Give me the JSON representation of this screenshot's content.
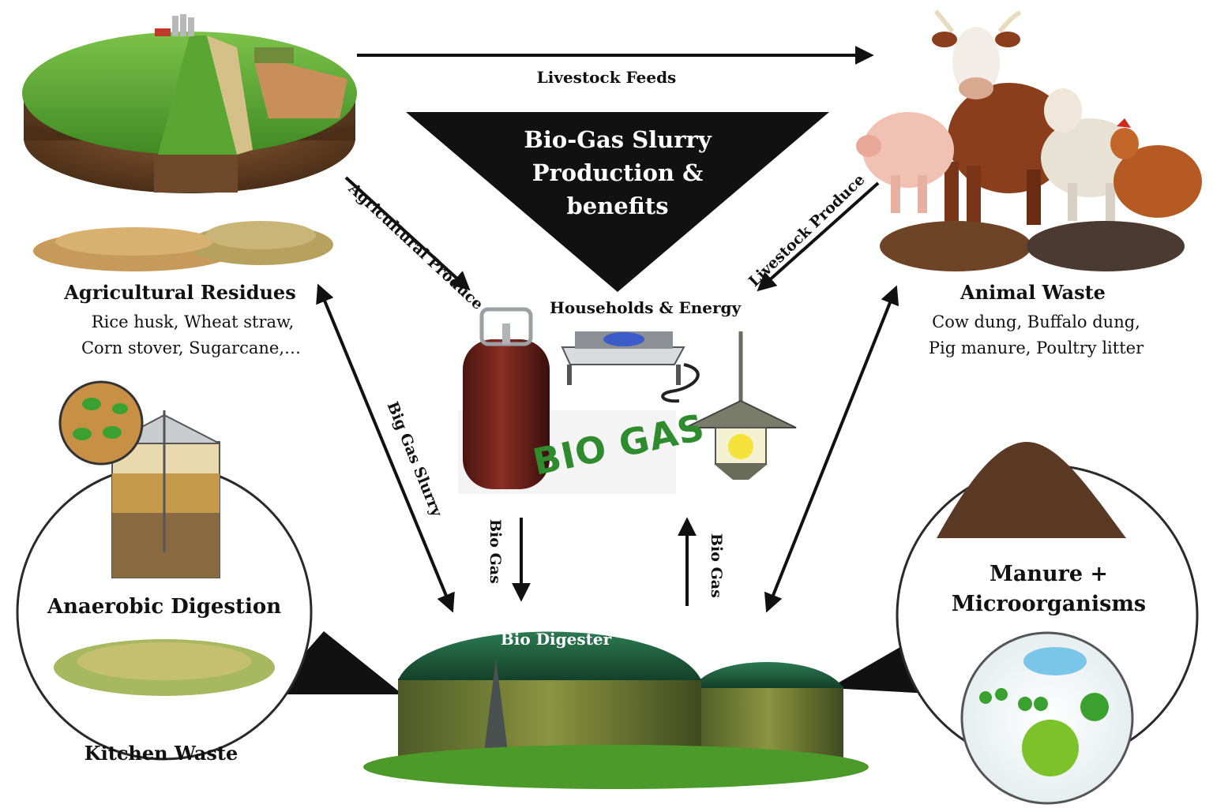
{
  "title": {
    "line1": "Bio-Gas Slurry",
    "line2": "Production &",
    "line3": "benefits"
  },
  "flows": {
    "livestock_feeds": "Livestock Feeds",
    "agricultural_produce": "Agricultural Produce",
    "livestock_produce": "Livestock Produce",
    "big_gas_slurry": "Big Gas Slurry",
    "bio_gas_down": "Bio Gas",
    "bio_gas_up": "Bio Gas"
  },
  "households": {
    "label": "Households & Energy",
    "sign": "BIO GAS"
  },
  "agricultural": {
    "heading": "Agricultural Residues",
    "line1": "Rice husk, Wheat straw,",
    "line2": "Corn stover, Sugarcane,…"
  },
  "animal": {
    "heading": "Animal Waste",
    "line1": "Cow dung, Buffalo dung,",
    "line2": "Pig manure, Poultry litter"
  },
  "anaerobic": {
    "heading": "Anaerobic Digestion",
    "caption": "Kitchen Waste"
  },
  "manure": {
    "line1": "Manure +",
    "line2": "Microorganisms"
  },
  "digester": {
    "label": "Bio Digester"
  },
  "colors": {
    "grass": "#4c9a2a",
    "soil": "#7a5230",
    "dome": "#1f5b3a",
    "cylinder": "#7a2a22",
    "biogas_text": "#2e8b2e"
  }
}
